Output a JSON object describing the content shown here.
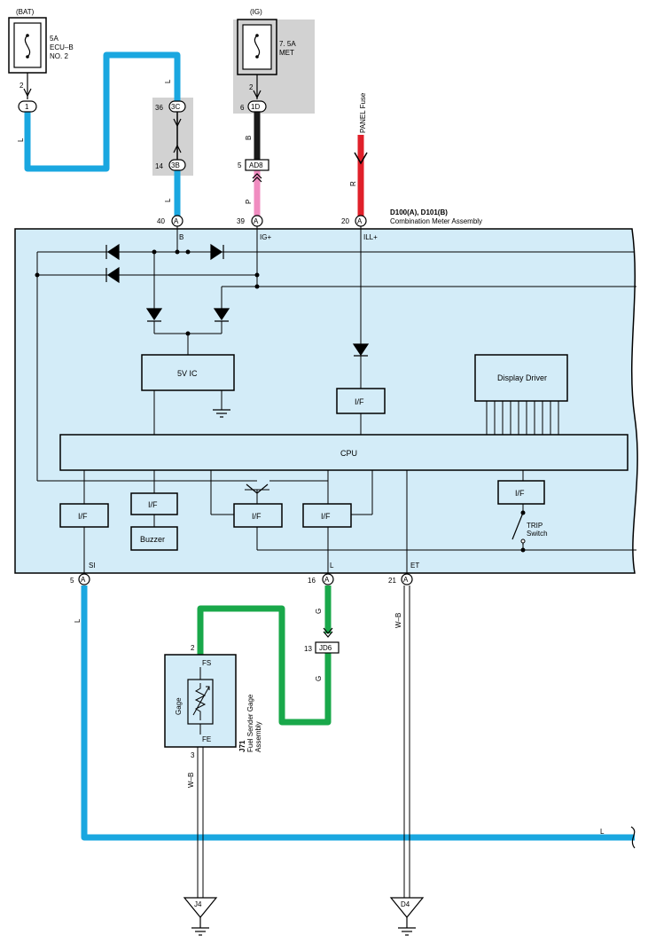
{
  "top": {
    "bat_label": "(BAT)",
    "ig_label": "(IG)",
    "fuse_ecub_amp": "5A",
    "fuse_ecub_name": "ECU–B",
    "fuse_ecub_no": "NO. 2",
    "fuse_met_amp": "7. 5A",
    "fuse_met_name": "MET",
    "panel_fuse": "PANEL Fuse"
  },
  "pins": {
    "bat_pin": "2",
    "bat_conn": "1",
    "ig_pin": "2",
    "ig_conn_pin": "6",
    "ig_conn": "1D",
    "conn_3c_pin": "36",
    "conn_3c": "3C",
    "conn_3b_pin": "14",
    "conn_3b": "3B",
    "ad8_pin": "5",
    "ad8": "AD8",
    "a40": "40",
    "a39": "39",
    "a20": "20",
    "a5": "5",
    "a16": "16",
    "a21": "21",
    "jd6_pin": "13",
    "jd6": "JD6",
    "fs_pin": "2",
    "fe_pin": "3",
    "conn_a": "A"
  },
  "wires": {
    "l": "L",
    "b": "B",
    "p": "P",
    "r": "R",
    "g": "G",
    "wb": "W–B"
  },
  "meter": {
    "title": "D100(A), D101(B)",
    "subtitle": "Combination Meter Assembly",
    "term_b": "B",
    "term_ig": "IG+",
    "term_ill": "ILL+",
    "term_si": "SI",
    "term_l": "L",
    "term_et": "ET",
    "ic": "5V IC",
    "display_driver": "Display Driver",
    "cpu": "CPU",
    "if": "I/F",
    "buzzer": "Buzzer",
    "trip_switch_line1": "TRIP",
    "trip_switch_line2": "Switch"
  },
  "sender": {
    "fs": "FS",
    "fe": "FE",
    "gage": "Gage",
    "id": "J71",
    "name_line1": "Fuel Sender Gage",
    "name_line2": "Assembly"
  },
  "grounds": {
    "j4": "J4",
    "d4": "D4"
  },
  "colors": {
    "wire_l": "#1aa7e0",
    "wire_b": "#1a1a1a",
    "wire_p": "#f08cc0",
    "wire_r": "#e0202a",
    "wire_g": "#19a84a",
    "meter_fill": "#d3ecf8",
    "fuse_box_fill": "#d2d2d2"
  }
}
